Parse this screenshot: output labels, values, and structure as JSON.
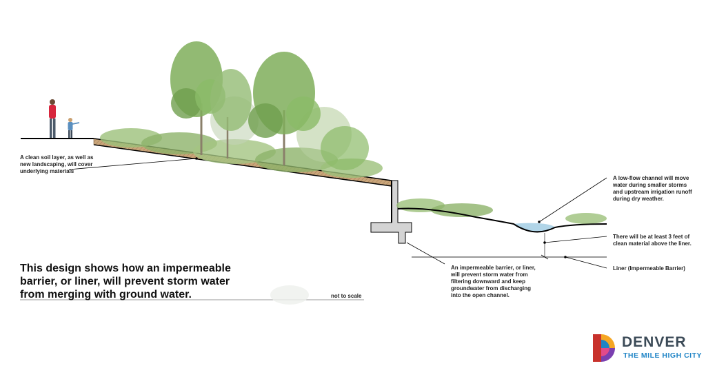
{
  "callouts": {
    "soil": "A clean soil layer, as well as\nnew landscaping, will cover\nunderlying materials",
    "low_flow": "A low-flow channel will move\nwater during smaller storms\nand upstream irrigation runoff\nduring dry weather.",
    "clean_material": "There will be at least 3 feet of\nclean material above the liner.",
    "barrier": "An impermeable barrier, or liner,\nwill prevent storm water from\nfiltering downward and keep\ngroundwater from discharging\ninto the open channel.",
    "liner": "Liner (Impermeable Barrier)"
  },
  "headline": "This design shows how an impermeable\nbarrier, or liner, will prevent storm water\nfrom merging with ground water.",
  "scale_note": "not to scale",
  "logo": {
    "name": "DENVER",
    "tagline": "THE MILE HIGH CITY"
  },
  "colors": {
    "soil": "#c9a57a",
    "foliage_light": "#9cc07a",
    "foliage_dark": "#5f8f45",
    "water": "#a8d0e6",
    "wall": "#d4d4d4",
    "logo_text": "#3b4a57",
    "logo_accent": "#1f84c6"
  }
}
